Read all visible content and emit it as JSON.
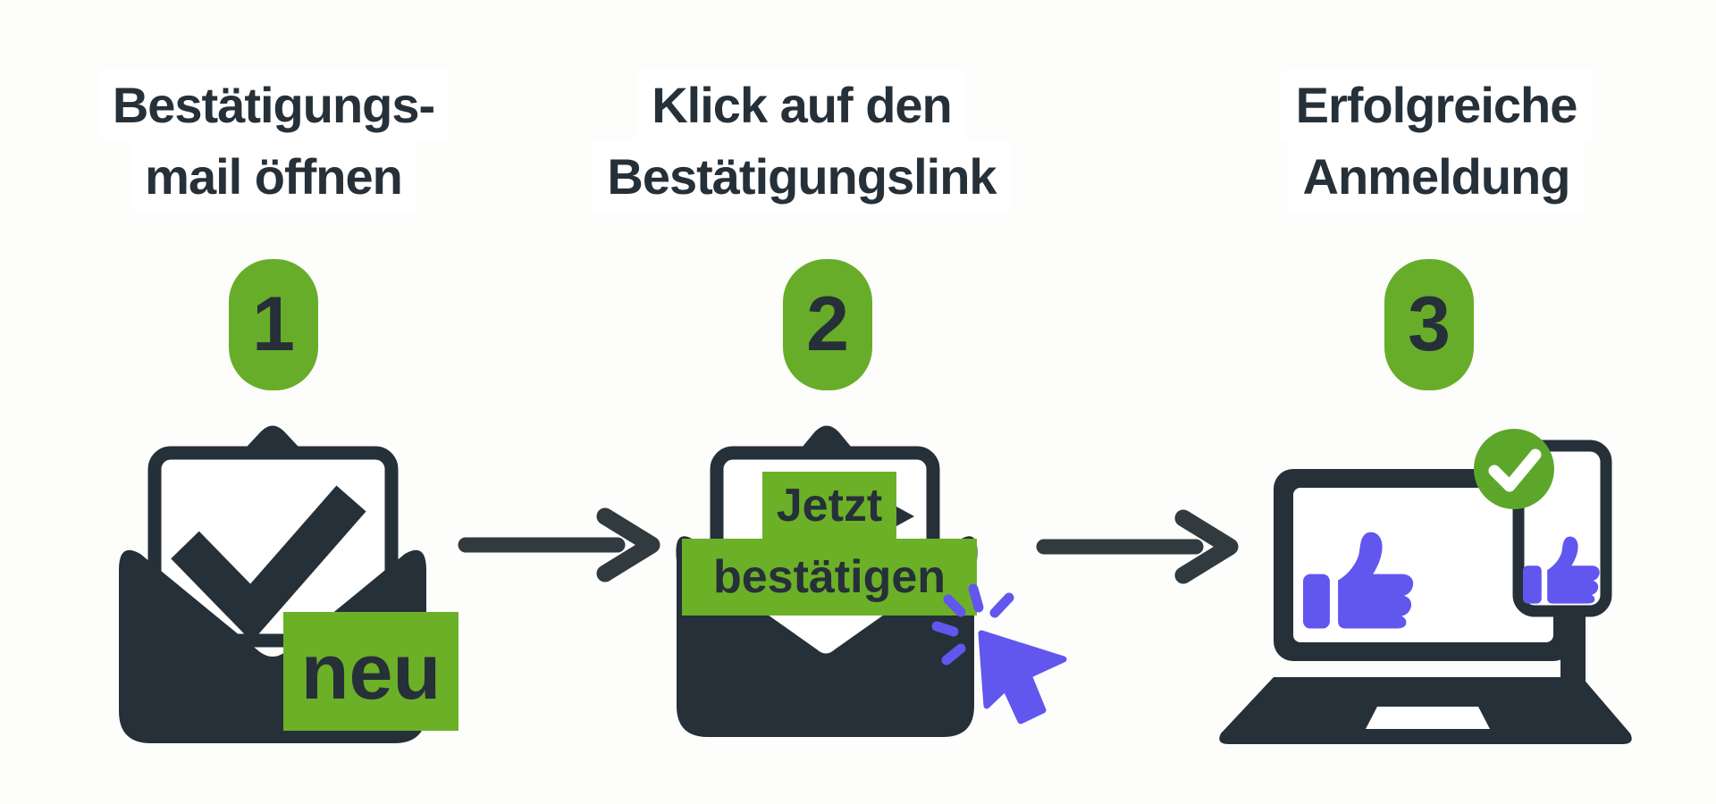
{
  "infographic": {
    "language": "de",
    "background": "#fdfdfc",
    "colors": {
      "dark": "#263039",
      "green_badge": "#68ad29",
      "green_label": "#6cb028",
      "green_circle": "#5ca62a",
      "purple": "#6156ee",
      "white": "#ffffff"
    },
    "steps": [
      {
        "number": "1",
        "title_lines": [
          "Bestätigungs-",
          "mail öffnen"
        ],
        "badge_label": "neu",
        "icon": "open-envelope-with-checkmark-letter"
      },
      {
        "number": "2",
        "title_lines": [
          "Klick auf den",
          "Bestätigungslink"
        ],
        "button_lines": [
          "Jetzt",
          "bestätigen"
        ],
        "icon": "open-envelope-with-confirm-button-and-click-cursor"
      },
      {
        "number": "3",
        "title_lines": [
          "Erfolgreiche",
          "Anmeldung"
        ],
        "icon": "laptop-and-phone-with-thumbs-up-and-green-check"
      }
    ],
    "connectors": [
      "right-arrow",
      "right-arrow"
    ]
  }
}
